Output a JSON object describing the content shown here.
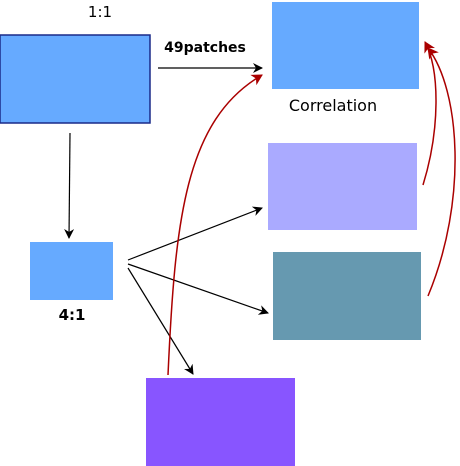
{
  "labels": {
    "scale_1_1": "1:1",
    "scale_4_1": "4:1",
    "patches": "49patches",
    "correlation": "Correlation"
  },
  "colors": {
    "original_box": "#66aaff",
    "original_border": "#1a2a88",
    "downscaled_box": "#66aaff",
    "correlation_box": "#66aaff",
    "lavender_box": "#aaaaff",
    "teal_box": "#6699b0",
    "purple_box": "#8855ff",
    "black_arrow": "#000000",
    "red_arrow": "#aa0000"
  }
}
